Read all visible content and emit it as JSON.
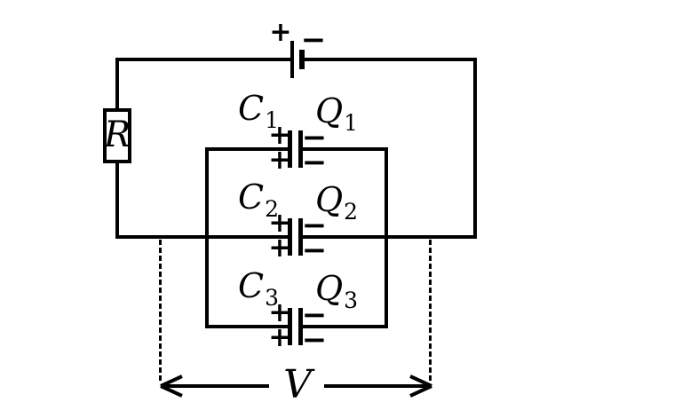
{
  "circuit": {
    "battery": {
      "plus": "+",
      "minus": "−"
    },
    "resistor_label": "R",
    "capacitors": [
      {
        "label": "C",
        "label_sub": "1",
        "charge_label": "Q",
        "charge_sub": "1"
      },
      {
        "label": "C",
        "label_sub": "2",
        "charge_label": "Q",
        "charge_sub": "2"
      },
      {
        "label": "C",
        "label_sub": "3",
        "charge_label": "Q",
        "charge_sub": "3"
      }
    ],
    "polarity": {
      "plus": "+",
      "minus": "−"
    },
    "voltage_label": "V"
  },
  "colors": {
    "ink": "#000000",
    "background": "#ffffff"
  }
}
